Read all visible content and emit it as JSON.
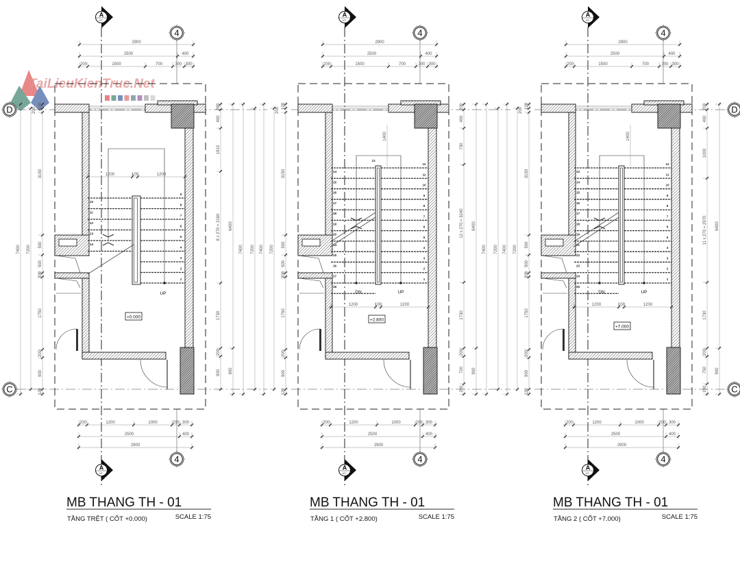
{
  "watermark": {
    "text": "TaiLieuKienTruc.Net",
    "colors": [
      "#e05a5a",
      "#4a8a7a",
      "#4a6aa8",
      "#e07a7a",
      "#6a8a9a",
      "#9a6aa8",
      "#aaaaaa",
      "#cccccc"
    ]
  },
  "grid": {
    "a": "A",
    "a_sub": "KT-",
    "four": "4",
    "d": "D",
    "c": "C"
  },
  "plans": [
    {
      "title": "MB THANG TH - 01",
      "subtitle": "TẦNG TRỆT ( CỐT +0.000)",
      "scale": "SCALE 1:75",
      "level": "+0.000",
      "top_dims": {
        "row1": [
          "2900"
        ],
        "row2": [
          "2500",
          "400"
        ],
        "row3": [
          "200",
          "1500",
          "700",
          "300",
          "300"
        ]
      },
      "bottom_dims": {
        "row1": [
          "200",
          "1200",
          "1000",
          "200",
          "300"
        ],
        "row2": [
          "2500",
          "400"
        ],
        "row3": [
          "2900"
        ]
      },
      "left_dims": {
        "outer": "7400",
        "mid": "7200",
        "segments": [
          "120",
          "200",
          "3150",
          "500",
          "500",
          "200",
          "1750",
          "200",
          "900",
          "120"
        ]
      },
      "right_dims": {
        "segments": [
          "280",
          "400",
          "1810",
          "8 x 270 = 2160",
          "1730",
          "200",
          "900"
        ],
        "mid": [
          "6400",
          "900"
        ],
        "outer": "7400",
        "outer2": "7200"
      },
      "landing_dims": [
        "1200",
        "100",
        "1200"
      ],
      "stairs": {
        "right": [
          "1",
          "2",
          "3",
          "4",
          "5",
          "6",
          "7",
          "8",
          "9"
        ],
        "left": [
          "10",
          "11",
          "12",
          "13",
          "14"
        ],
        "landing": ""
      },
      "arrows": [
        "UP"
      ]
    },
    {
      "title": "MB THANG TH - 01",
      "subtitle": "TẦNG 1 ( CỐT +2.800)",
      "scale": "SCALE 1:75",
      "level": "+2.800",
      "top_dims": {
        "row1": [
          "2900"
        ],
        "row2": [
          "2500",
          "400"
        ],
        "row3": [
          "200",
          "1500",
          "700",
          "300",
          "300"
        ]
      },
      "bottom_dims": {
        "row1": [
          "200",
          "1200",
          "1000",
          "200",
          "300"
        ],
        "row2": [
          "2500",
          "400"
        ],
        "row3": [
          "2900"
        ]
      },
      "left_dims": {
        "outer": "7400",
        "mid": "7200",
        "segments": [
          "120",
          "200",
          "3150",
          "500",
          "500",
          "200",
          "1750",
          "200",
          "900",
          "120"
        ]
      },
      "right_dims": {
        "segments": [
          "200",
          "400",
          "730",
          "12 x 270 = 3240",
          "1730",
          "200",
          "720",
          "200"
        ],
        "mid": [
          "6400",
          "900"
        ],
        "outer": "7400",
        "outer2": "7200"
      },
      "landing_dims": [
        "1200",
        "100",
        "1200"
      ],
      "landing_width": "1400",
      "stairs": {
        "right": [
          "1",
          "2",
          "3",
          "4",
          "5",
          "6",
          "7",
          "8",
          "9",
          "10",
          "11",
          "12"
        ],
        "left": [
          "14",
          "15",
          "16",
          "17",
          "18",
          "19",
          "20",
          "14",
          "15",
          "16",
          "17",
          "18"
        ],
        "landing": "13"
      },
      "arrows": [
        "DN",
        "UP"
      ]
    },
    {
      "title": "MB THANG TH - 01",
      "subtitle": "TẦNG 2 ( CỐT +7.000)",
      "scale": "SCALE 1:75",
      "level": "+7.000",
      "top_dims": {
        "row1": [
          "2900"
        ],
        "row2": [
          "2500",
          "400"
        ],
        "row3": [
          "200",
          "1500",
          "700",
          "300",
          "300"
        ]
      },
      "bottom_dims": {
        "row1": [
          "200",
          "1200",
          "1000",
          "200",
          "300"
        ],
        "row2": [
          "2500",
          "400"
        ],
        "row3": [
          "2900"
        ]
      },
      "left_dims": {
        "outer": "7400",
        "mid": "7200",
        "segments": [
          "120",
          "200",
          "3150",
          "500",
          "500",
          "200",
          "1750",
          "200",
          "900",
          "120"
        ]
      },
      "right_dims": {
        "segments": [
          "200",
          "400",
          "1000",
          "11 x 270 = 2970",
          "1730",
          "200",
          "750",
          "200"
        ],
        "mid": [
          "6400",
          "900"
        ],
        "outer": "",
        "outer2": ""
      },
      "landing_dims": [
        "1200",
        "100",
        "1200"
      ],
      "landing_width": "1400",
      "stairs": {
        "right": [
          "1",
          "2",
          "3",
          "4",
          "5",
          "6",
          "7",
          "8",
          "9",
          "10",
          "11",
          "12"
        ],
        "left": [
          "13",
          "14",
          "15",
          "16",
          "17",
          "18",
          "19",
          "21",
          "22",
          "23",
          "24",
          "25"
        ],
        "landing": ""
      },
      "arrows": [
        "DN",
        "UP"
      ]
    }
  ]
}
